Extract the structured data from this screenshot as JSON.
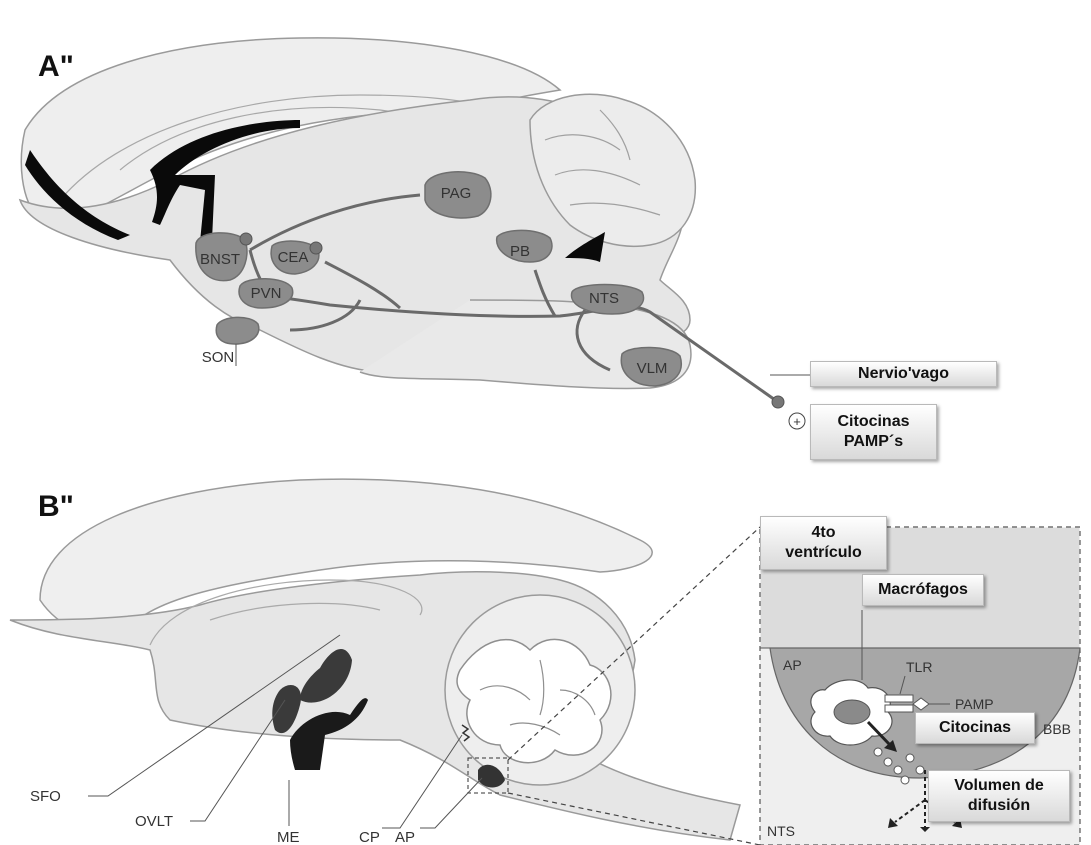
{
  "panel_a": {
    "letter": "A\"",
    "regions": [
      "PAG",
      "PB",
      "BNST",
      "CEA",
      "PVN",
      "NTS",
      "SON",
      "VLM"
    ],
    "nerve_label": "Nervio'vago",
    "plus_symbol": "+",
    "stimulus_label": "Citocinas\nPAMP´s"
  },
  "panel_b": {
    "letter": "B\"",
    "structures": [
      "SFO",
      "OVLT",
      "ME",
      "CP",
      "AP"
    ],
    "inset": {
      "ventricle_label": "4to\nventrículo",
      "macrophage_label": "Macrófagos",
      "ap_label": "AP",
      "tlr_label": "TLR",
      "pamp_label": "PAMP",
      "bbb_label": "BBB",
      "cytokines_label": "Citocinas",
      "diffusion_label": "Volumen de\ndifusión",
      "nts_label": "NTS"
    }
  },
  "colors": {
    "tissue": "#ececec",
    "outline": "#9a9a9a",
    "nucleus": "#8c8c8c",
    "pathway": "#6a6a6a",
    "ventricle": "#0a0a0a",
    "ap_fill": "#a7a7a7"
  }
}
